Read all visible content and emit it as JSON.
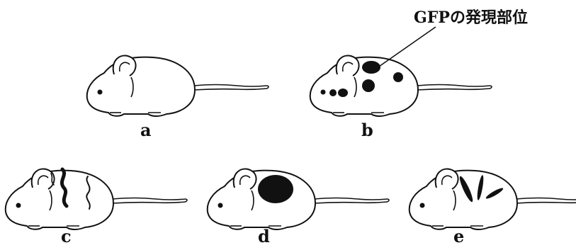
{
  "annotation": "GFPの発現部位",
  "mice": [
    {
      "label": "a",
      "pattern": "none"
    },
    {
      "label": "b",
      "pattern": "spots"
    },
    {
      "label": "c",
      "pattern": "wavy-lines"
    },
    {
      "label": "d",
      "pattern": "large-patch"
    },
    {
      "label": "e",
      "pattern": "streaks"
    }
  ],
  "colors": {
    "outline": "#111111",
    "fill": "#ffffff",
    "mark": "#111111"
  }
}
